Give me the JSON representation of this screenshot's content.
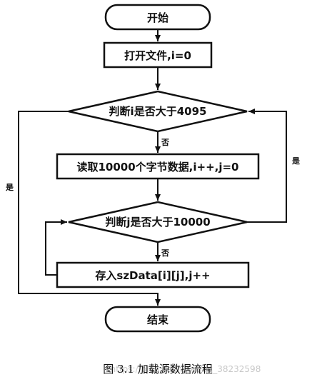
{
  "flowchart": {
    "start": "开始",
    "step_open": "打开文件,i=0",
    "decision_i": "判断i是否大于4095",
    "step_read": "读取10000个字节数据,i++,j=0",
    "decision_j": "判断j是否大于10000",
    "step_store": "存入szData[i][j],j++",
    "end": "结束",
    "no_label": "否",
    "yes_label": "是"
  },
  "caption": "图 3.1  加载源数据流程",
  "watermark": "https://blog.csdn.net/qq_38232598"
}
